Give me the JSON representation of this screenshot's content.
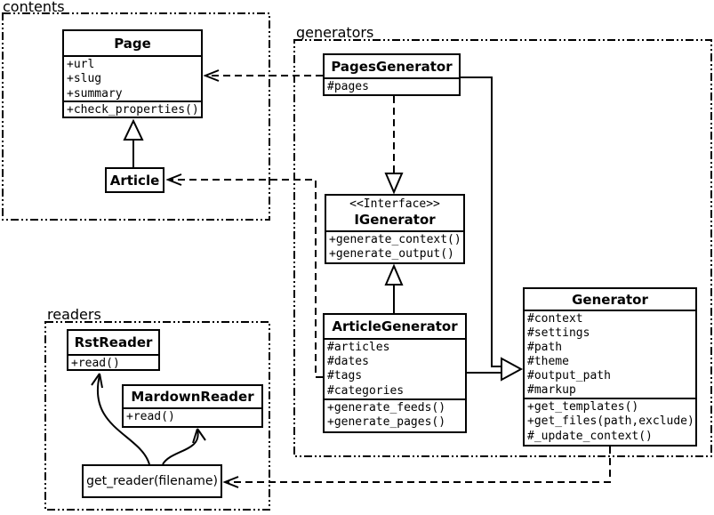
{
  "packages": {
    "contents": {
      "label": "contents"
    },
    "generators": {
      "label": "generators"
    },
    "readers": {
      "label": "readers"
    }
  },
  "classes": {
    "page": {
      "name": "Page",
      "attributes": [
        "+url",
        "+slug",
        "+summary"
      ],
      "methods": [
        "+check_properties()"
      ]
    },
    "article": {
      "name": "Article",
      "attributes": [],
      "methods": []
    },
    "pages_generator": {
      "name": "PagesGenerator",
      "attributes": [
        "#pages"
      ],
      "methods": []
    },
    "igenerator": {
      "stereotype": "<<Interface>>",
      "name": "IGenerator",
      "attributes": [],
      "methods": [
        "+generate_context()",
        "+generate_output()"
      ]
    },
    "article_generator": {
      "name": "ArticleGenerator",
      "attributes": [
        "#articles",
        "#dates",
        "#tags",
        "#categories"
      ],
      "methods": [
        "+generate_feeds()",
        "+generate_pages()"
      ]
    },
    "generator": {
      "name": "Generator",
      "attributes": [
        "#context",
        "#settings",
        "#path",
        "#theme",
        "#output_path",
        "#markup"
      ],
      "methods": [
        "+get_templates()",
        "+get_files(path,exclude)",
        "#_update_context()"
      ]
    },
    "rst_reader": {
      "name": "RstReader",
      "attributes": [],
      "methods": [
        "+read()"
      ]
    },
    "mardown_reader": {
      "name": "MardownReader",
      "attributes": [],
      "methods": [
        "+read()"
      ]
    }
  },
  "functions": {
    "get_reader": {
      "label": "get_reader(filename)"
    }
  },
  "relationships": [
    {
      "from": "Article",
      "to": "Page",
      "type": "inheritance"
    },
    {
      "from": "ArticleGenerator",
      "to": "IGenerator",
      "type": "inheritance"
    },
    {
      "from": "PagesGenerator",
      "to": "IGenerator",
      "type": "realization"
    },
    {
      "from": "PagesGenerator",
      "to": "Generator",
      "type": "inheritance"
    },
    {
      "from": "ArticleGenerator",
      "to": "Generator",
      "type": "inheritance"
    },
    {
      "from": "PagesGenerator",
      "to": "Page",
      "type": "dependency"
    },
    {
      "from": "ArticleGenerator",
      "to": "Article",
      "type": "dependency"
    },
    {
      "from": "Generator",
      "to": "get_reader(filename)",
      "type": "dependency"
    },
    {
      "from": "get_reader(filename)",
      "to": "RstReader",
      "type": "call"
    },
    {
      "from": "get_reader(filename)",
      "to": "MardownReader",
      "type": "call"
    }
  ],
  "colors": {
    "line": "#000000",
    "background": "#ffffff",
    "box_fill": "#ffffff"
  }
}
